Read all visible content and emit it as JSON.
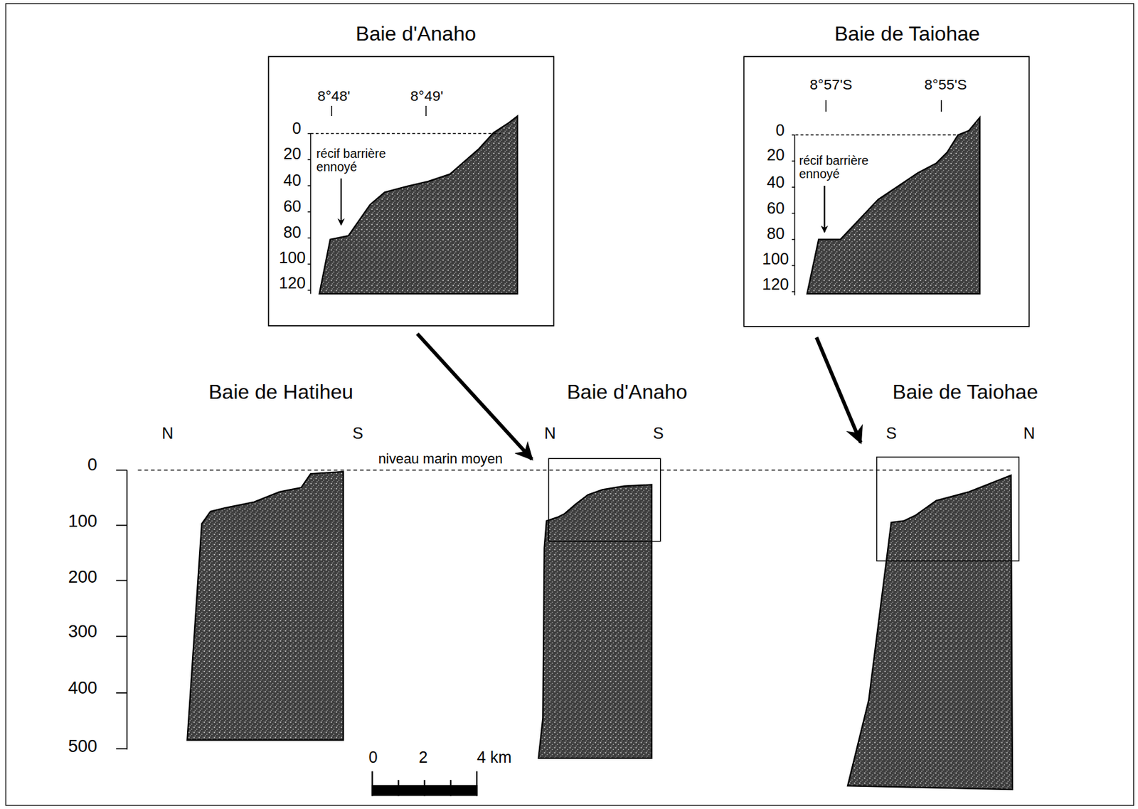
{
  "diagram": {
    "labels": [
      "Baie d'Anaho",
      "8°48'",
      "8°49'",
      "0",
      "20",
      "40",
      "60",
      "80",
      "100",
      "120",
      "récif barrière ennoyé",
      "Baie de Taiohae",
      "8°57'S",
      "8°55'S",
      "0",
      "20",
      "40",
      "60",
      "80",
      "100",
      "120",
      "récif barrière ennoyé",
      "Baie de Hatiheu",
      "Baie d'Anaho",
      "Baie de Taiohae",
      "N",
      "S",
      "N",
      "S",
      "S",
      "N",
      "niveau marin moyen",
      "0",
      "100",
      "200",
      "300",
      "400",
      "500",
      "0",
      "2",
      "4 km"
    ]
  }
}
